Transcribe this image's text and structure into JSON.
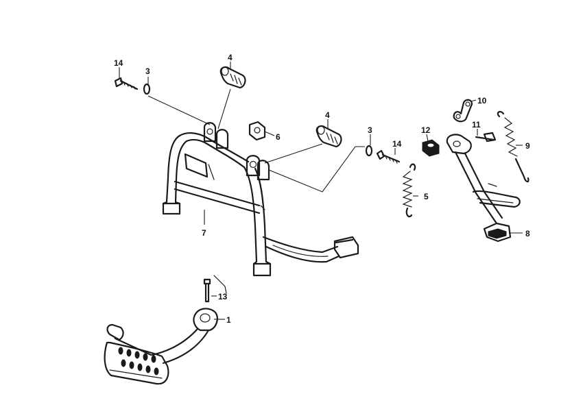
{
  "callouts": [
    {
      "id": "c1",
      "text": "1"
    },
    {
      "id": "c3a",
      "text": "3"
    },
    {
      "id": "c3b",
      "text": "3"
    },
    {
      "id": "c4a",
      "text": "4"
    },
    {
      "id": "c4b",
      "text": "4"
    },
    {
      "id": "c5",
      "text": "5"
    },
    {
      "id": "c6",
      "text": "6"
    },
    {
      "id": "c7",
      "text": "7"
    },
    {
      "id": "c8",
      "text": "8"
    },
    {
      "id": "c9",
      "text": "9"
    },
    {
      "id": "c10",
      "text": "10"
    },
    {
      "id": "c11",
      "text": "11"
    },
    {
      "id": "c12",
      "text": "12"
    },
    {
      "id": "c13",
      "text": "13"
    },
    {
      "id": "c14a",
      "text": "14"
    },
    {
      "id": "c14b",
      "text": "14"
    }
  ]
}
